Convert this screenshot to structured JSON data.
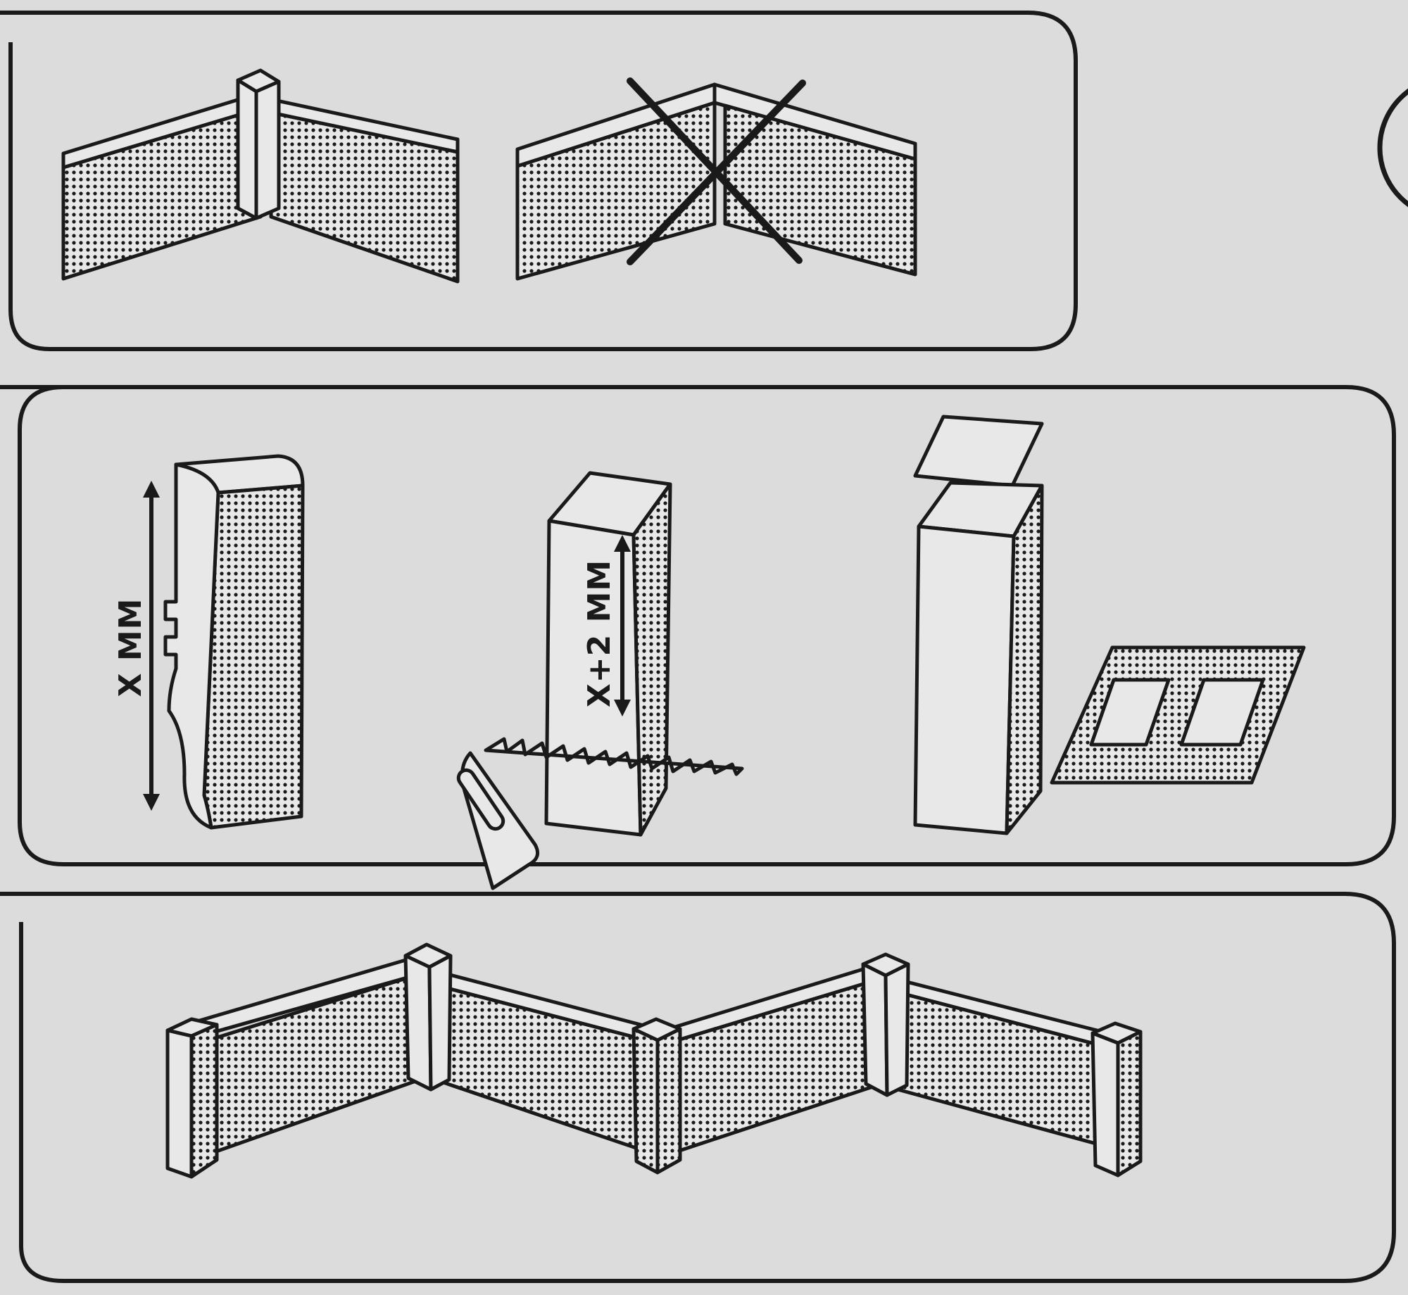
{
  "colors": {
    "paper": "#dcdcdc",
    "ink": "#1a1a1a",
    "light": "#e8e8e8"
  },
  "panels": [
    {
      "name": "panel-corner-joint",
      "figures": [
        "correct-inner-corner-with-cap",
        "incorrect-inner-corner-crossed-out"
      ]
    },
    {
      "name": "panel-measure-cut",
      "figures": [
        "skirting-board-profile",
        "cut-with-saw",
        "end-cap-and-mat"
      ],
      "labels": {
        "measure_board": "X MM",
        "measure_cut": "X+2 MM"
      }
    },
    {
      "name": "panel-assembled-run",
      "figures": [
        "zigzag-skirting-run"
      ]
    }
  ],
  "icons": {
    "incorrect_mark": "cross-icon",
    "dimension_arrow": "double-arrow-icon",
    "tool": "saw-icon"
  }
}
